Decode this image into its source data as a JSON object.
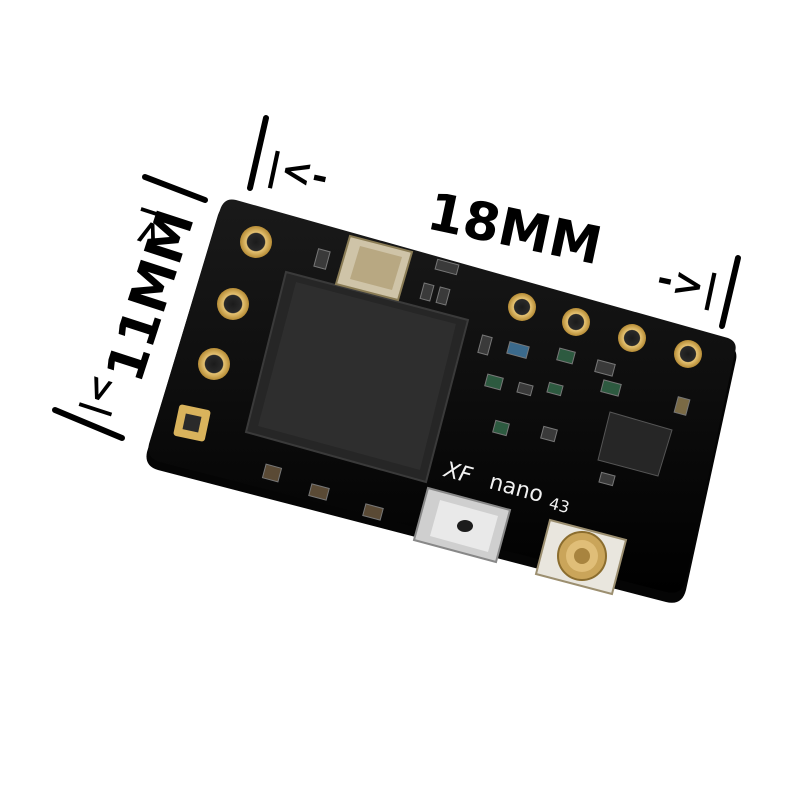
{
  "dimensions": {
    "width_label": "18MM",
    "height_label": "11MM",
    "left_arrow": "|<-",
    "right_arrow": "->|",
    "height_top_arrow": ">|",
    "height_bottom_arrow": "|<"
  },
  "board": {
    "brand_label": "XF",
    "model_label": "nano",
    "model_suffix": "43",
    "board_color": "#141414",
    "pad_color": "#d9b35c"
  }
}
